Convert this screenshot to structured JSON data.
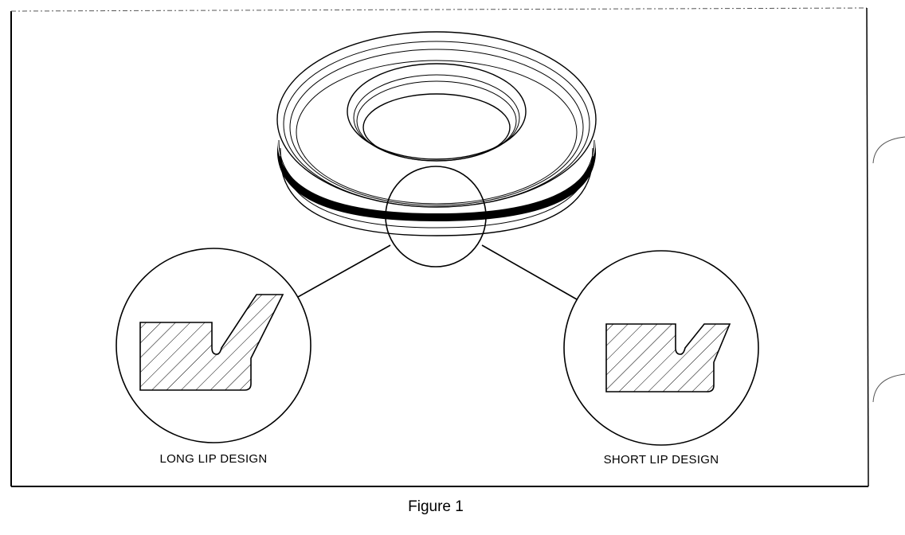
{
  "diagram": {
    "left_detail": {
      "label": "LONG LIP DESIGN"
    },
    "right_detail": {
      "label": "SHORT LIP DESIGN"
    }
  },
  "caption": "Figure 1"
}
